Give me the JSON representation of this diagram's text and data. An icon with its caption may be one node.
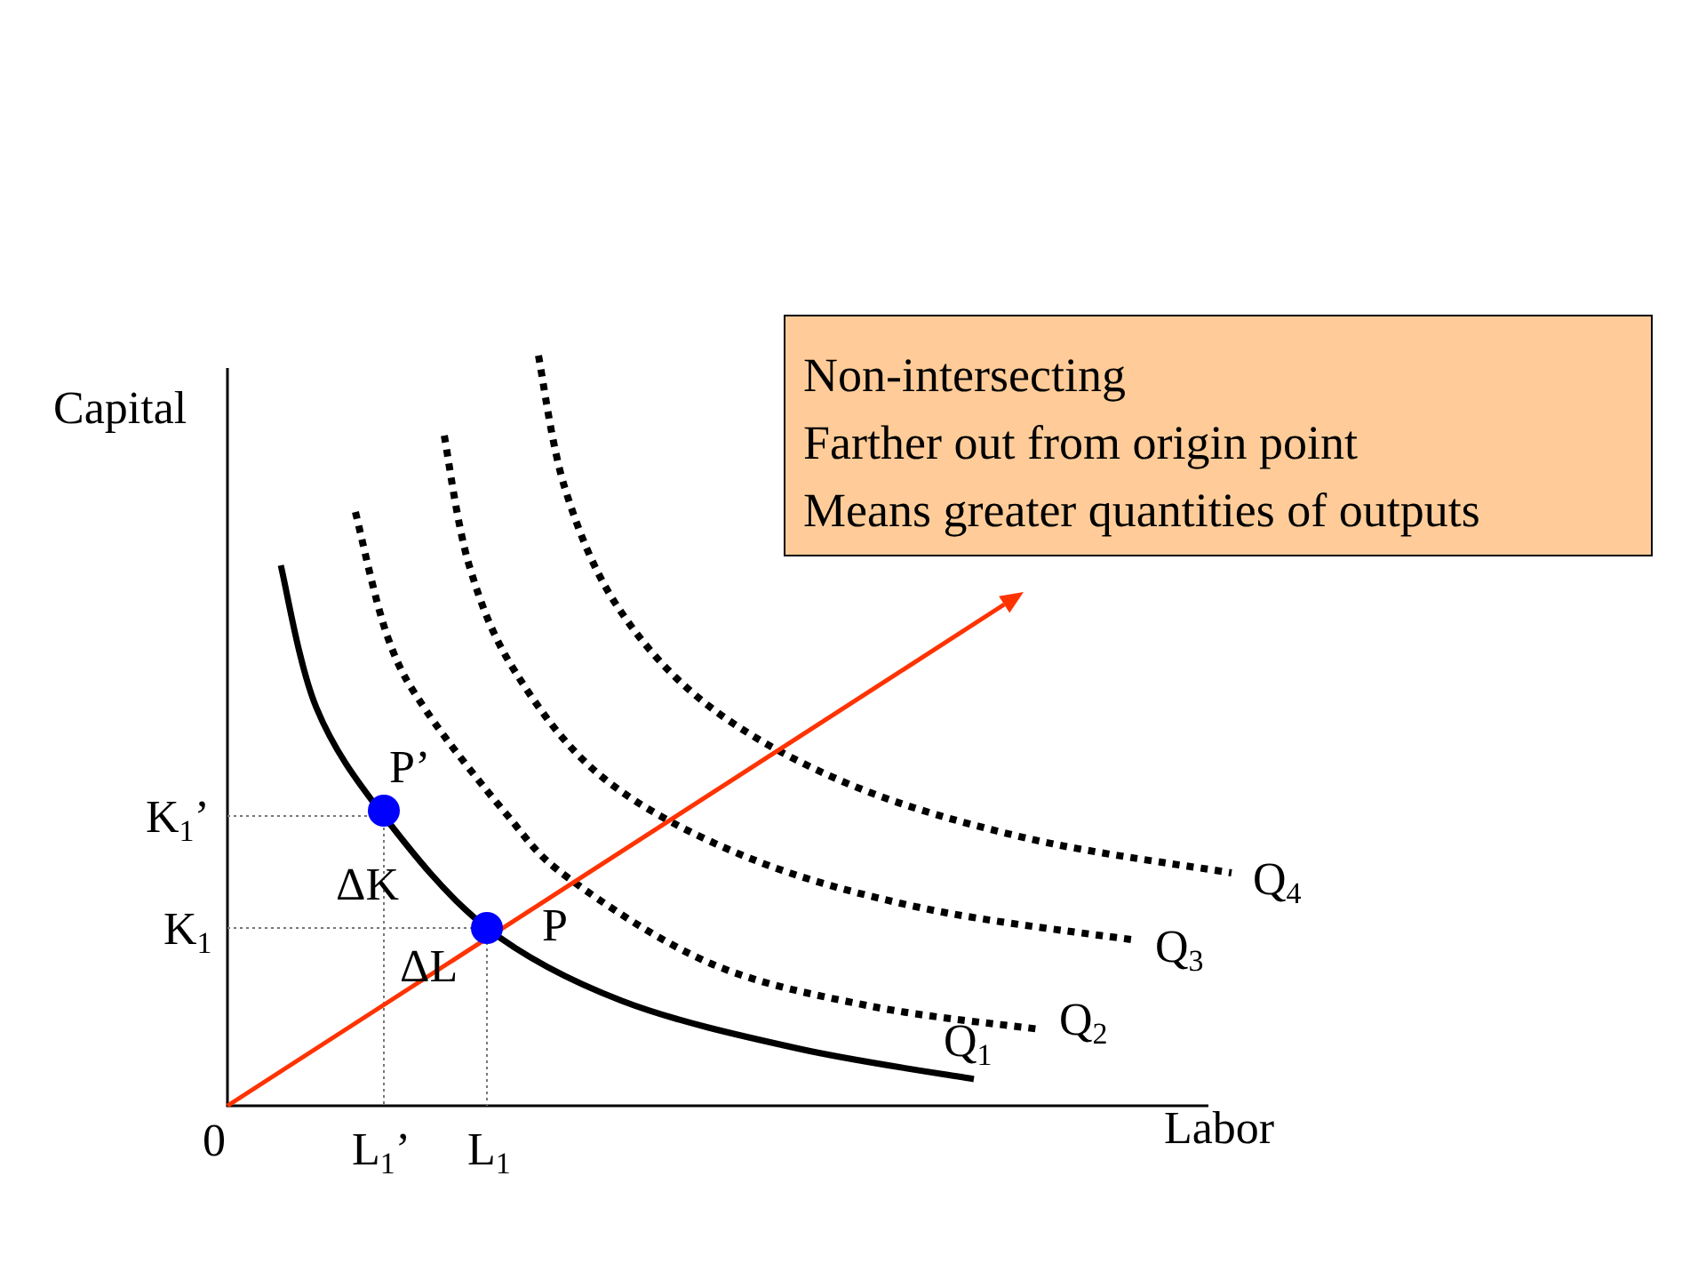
{
  "diagram": {
    "nodes": [
      {
        "text": [
          "Non-intersecting",
          "Farther out from origin point",
          "Means greater quantities of outputs"
        ]
      }
    ],
    "labels": [
      "Capital",
      "P’",
      "K$_{1}$’",
      "Q$_{4}$",
      "ΔK",
      "K$_{1}$",
      "P",
      "Q$_{3}$",
      "ΔL",
      "Q$_{2}$",
      "Q$_{1}$",
      "0",
      "Labor",
      "L$_{1}$’",
      "L$_{1}$"
    ]
  }
}
